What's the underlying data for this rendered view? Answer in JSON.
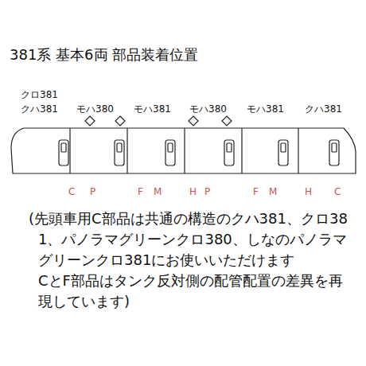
{
  "diagram": {
    "title": "381系 基本6両 部品装着位置",
    "labels": [
      "クロ381",
      "クハ381",
      "モハ380",
      "モハ381",
      "モハ380",
      "モハ381",
      "クハ381",
      "C",
      "P",
      "F",
      "M",
      "H",
      "P",
      "F",
      "M",
      "H",
      "C",
      "(先頭車用C部品は共通の構造のクハ381、クロ381、パノラマグリーンクロ380、しなのパノラマグリーンクロ381にお使いいただけます",
      "CとF部品はタンク反対側の配管配置の差異を再現しています)"
    ]
  }
}
